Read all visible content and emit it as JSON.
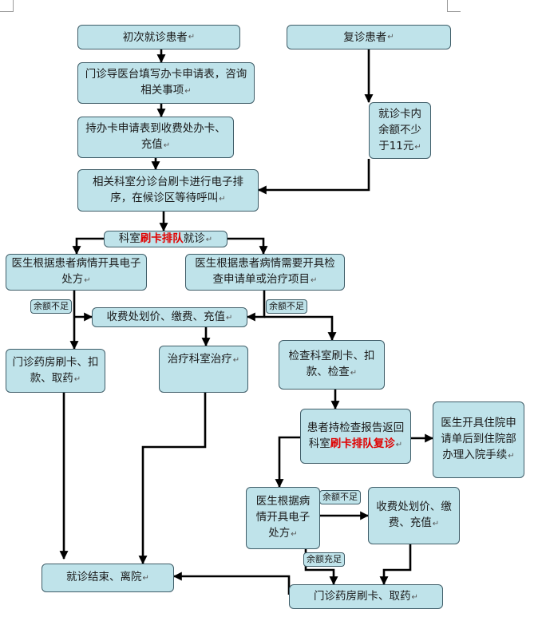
{
  "para_mark": "↵",
  "nodes": {
    "first_visit": "初次就诊患者",
    "return_visit": "复诊患者",
    "guide_desk": "门诊导医台填写办卡申请表，咨询相关事项",
    "cashier_card": "持办卡申请表到收费处办卡、充值",
    "card_balance": "就诊卡内余额不少于11元",
    "triage_desk": "相关科室分诊台刷卡进行电子排序，在候诊区等待呼叫",
    "queue_visit": {
      "pre": "科室",
      "highlight": "刷卡排队",
      "post": "就诊"
    },
    "e_prescription": "医生根据患者病情开具电子处方",
    "exam_request": "医生根据患者病情需要开具检查申请单或治疗项目",
    "cashier_pay": "收费处划价、缴费、充值",
    "pharmacy_1": "门诊药房刷卡、扣款、取药",
    "treatment_room": "治疗科室治疗",
    "exam_room": "检查科室刷卡、扣款、检查",
    "report_return": {
      "pre": "患者持检查报告返回科室",
      "highlight": "刷卡排队复诊"
    },
    "inpatient": "医生开具住院申请单后到住院部办理入院手续",
    "e_prescription_2": "医生根据病情开具电子处方",
    "cashier_pay_2": "收费处划价、缴费、充值",
    "visit_end": "就诊结束、离院",
    "pharmacy_2": "门诊药房刷卡、取药"
  },
  "tags": {
    "insufficient_left": "余额不足",
    "insufficient_right": "余额不足",
    "insufficient_lower": "余额不足",
    "sufficient": "余额充足"
  }
}
